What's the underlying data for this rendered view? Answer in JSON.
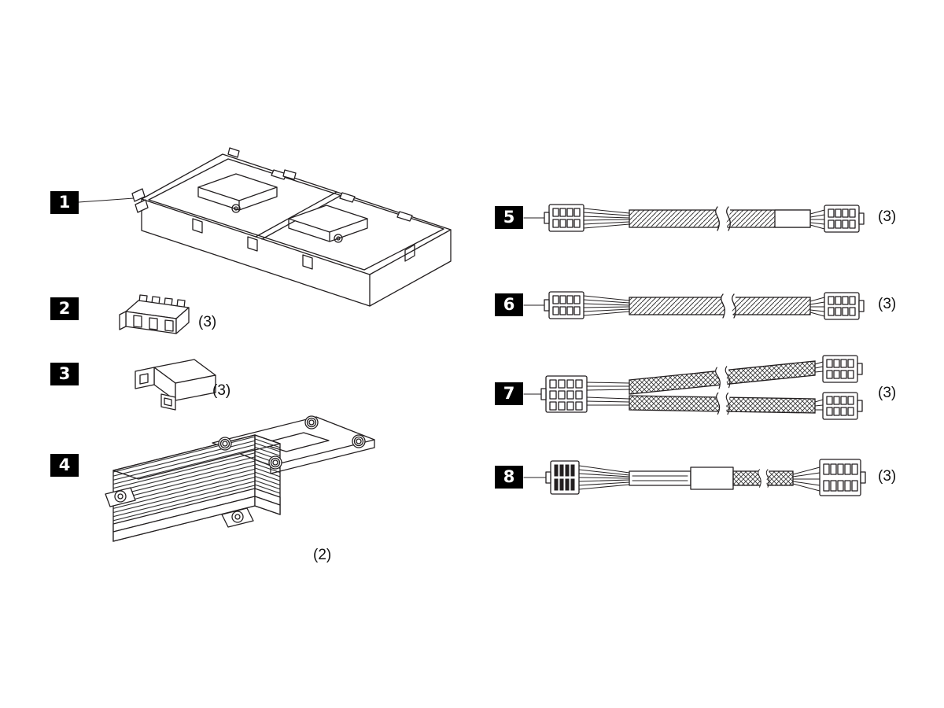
{
  "colors": {
    "background": "#ffffff",
    "line": "#231f20",
    "label_bg": "#000000",
    "label_fg": "#ffffff"
  },
  "callouts": [
    {
      "number": "1",
      "qty": ""
    },
    {
      "number": "2",
      "qty": "(3)"
    },
    {
      "number": "3",
      "qty": "(3)"
    },
    {
      "number": "4",
      "qty": "(2)"
    },
    {
      "number": "5",
      "qty": "(3)"
    },
    {
      "number": "6",
      "qty": "(3)"
    },
    {
      "number": "7",
      "qty": "(3)"
    },
    {
      "number": "8",
      "qty": "(3)"
    }
  ]
}
